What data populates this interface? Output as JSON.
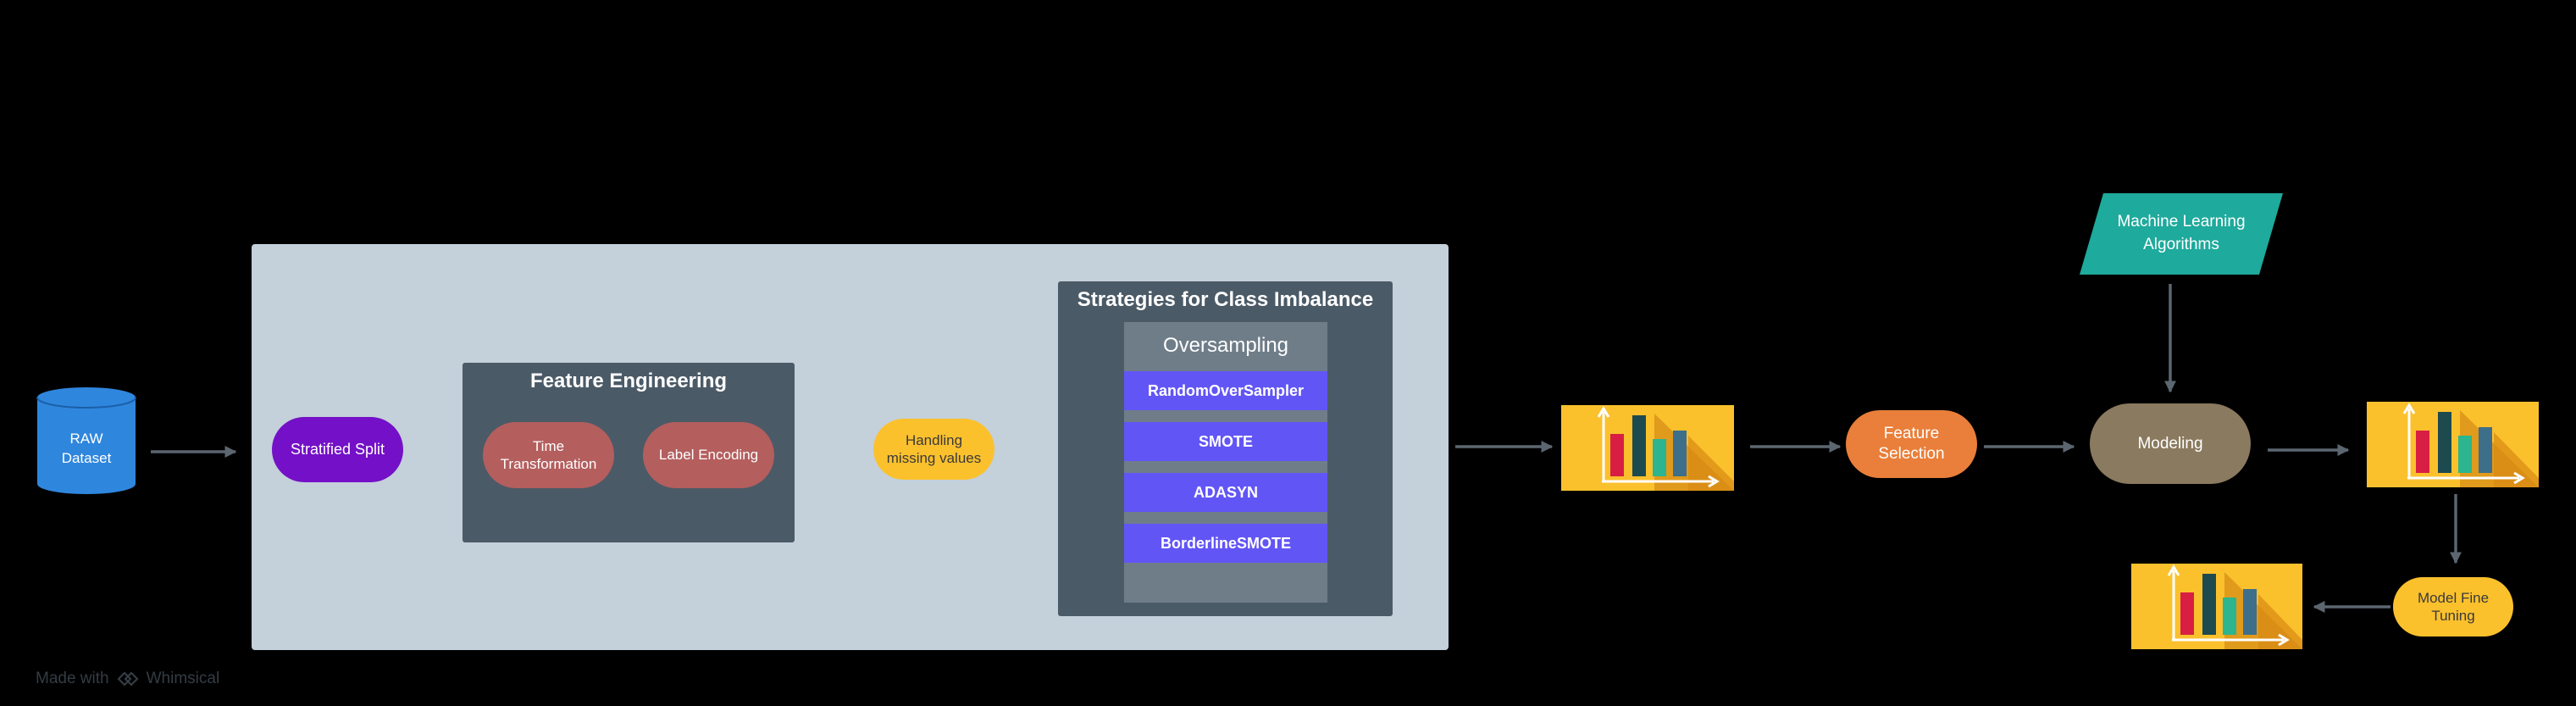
{
  "raw_dataset": {
    "label": "RAW\nDataset"
  },
  "stratified_split": {
    "label": "Stratified Split"
  },
  "feature_engineering": {
    "title": "Feature Engineering",
    "items": [
      {
        "label": "Time\nTransformation"
      },
      {
        "label": "Label Encoding"
      }
    ]
  },
  "handling_missing": {
    "label": "Handling\nmissing values"
  },
  "class_imbalance": {
    "title": "Strategies for Class Imbalance",
    "oversampling": {
      "header": "Oversampling",
      "methods": [
        "RandomOverSampler",
        "SMOTE",
        "ADASYN",
        "BorderlineSMOTE"
      ]
    }
  },
  "feature_selection": {
    "label": "Feature\nSelection"
  },
  "ml_algorithms": {
    "label": "Machine Learning\nAlgorithms"
  },
  "modeling": {
    "label": "Modeling"
  },
  "model_fine_tuning": {
    "label": "Model Fine\nTuning"
  },
  "watermark": {
    "prefix": "Made with",
    "brand": "Whimsical"
  },
  "colors": {
    "background": "#000000",
    "panel": "#c4d0da",
    "dark_box": "#4b5a67",
    "database": "#2f86dd",
    "stratified": "#7410c7",
    "red_pill": "#b45e5e",
    "yellow": "#fbc12d",
    "oversample_item": "#6255f5",
    "orange": "#e97f3a",
    "teal": "#1eaa9c",
    "modeling": "#8a7a5f",
    "arrow": "#5b6670"
  },
  "icons": [
    "database-icon",
    "bar-chart-icon",
    "whimsical-logo-icon"
  ]
}
